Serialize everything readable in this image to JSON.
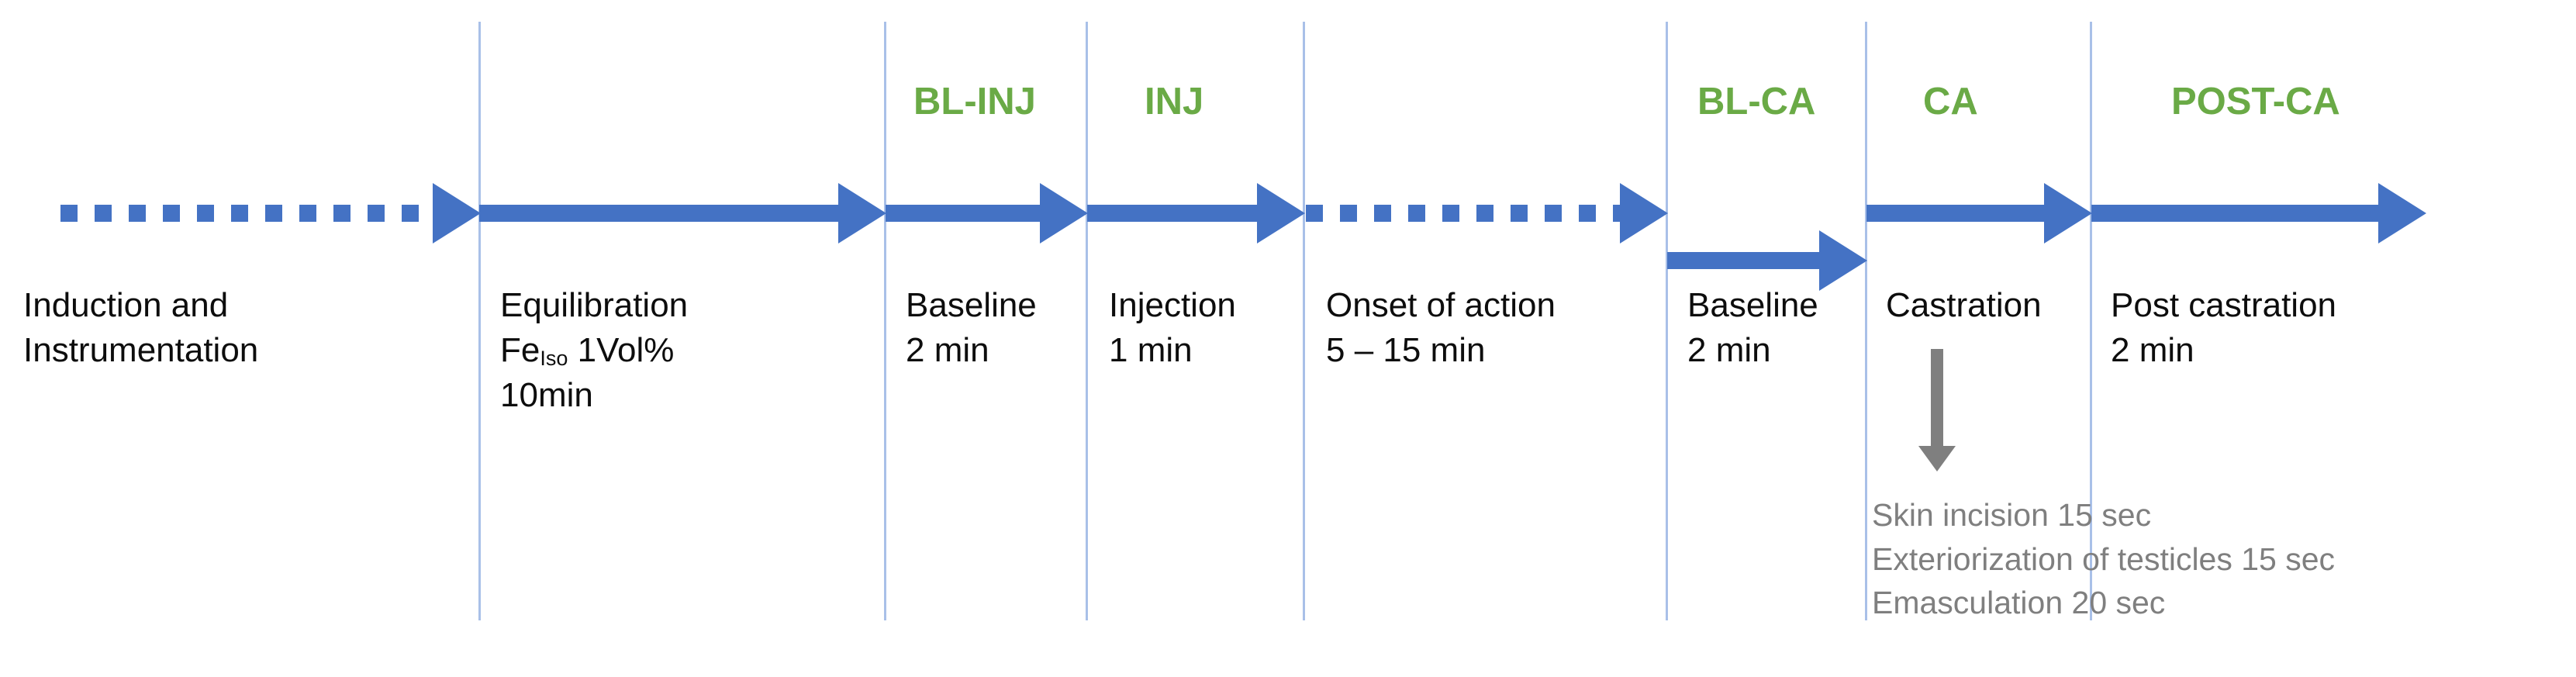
{
  "diagram": {
    "title": "Anesthesia and castration experimental timeline",
    "colors": {
      "phase_label": "#6AAA46",
      "arrow": "#4472C4",
      "divider": "#A9C0E8",
      "note": "#7F7F7F",
      "caption": "#0D0D0D"
    },
    "phase_labels": {
      "bl_inj": "BL-INJ",
      "inj": "INJ",
      "bl_ca": "BL-CA",
      "ca": "CA",
      "post_ca": "POST-CA"
    },
    "stages": [
      {
        "name": "induction",
        "line1": "Induction and",
        "line2": "Instrumentation",
        "line3": ""
      },
      {
        "name": "equilibration",
        "line1": "Equilibration",
        "line2": "Fe",
        "sub": "Iso",
        "line2b": " 1Vol%",
        "line3": "10min"
      },
      {
        "name": "baseline-inj",
        "line1": "Baseline",
        "line2": "2 min",
        "line3": ""
      },
      {
        "name": "injection",
        "line1": "Injection",
        "line2": "1 min",
        "line3": ""
      },
      {
        "name": "onset",
        "line1": "Onset of action",
        "line2": "5 – 15 min",
        "line3": ""
      },
      {
        "name": "baseline-ca",
        "line1": "Baseline",
        "line2": "2 min",
        "line3": ""
      },
      {
        "name": "castration",
        "line1": "Castration",
        "line2": "",
        "line3": ""
      },
      {
        "name": "post-castration",
        "line1": "Post castration",
        "line2": "2 min",
        "line3": ""
      }
    ],
    "castration_steps": [
      "Skin incision 15 sec",
      "Exteriorization of testicles 15 sec",
      "Emasculation 20 sec"
    ]
  }
}
